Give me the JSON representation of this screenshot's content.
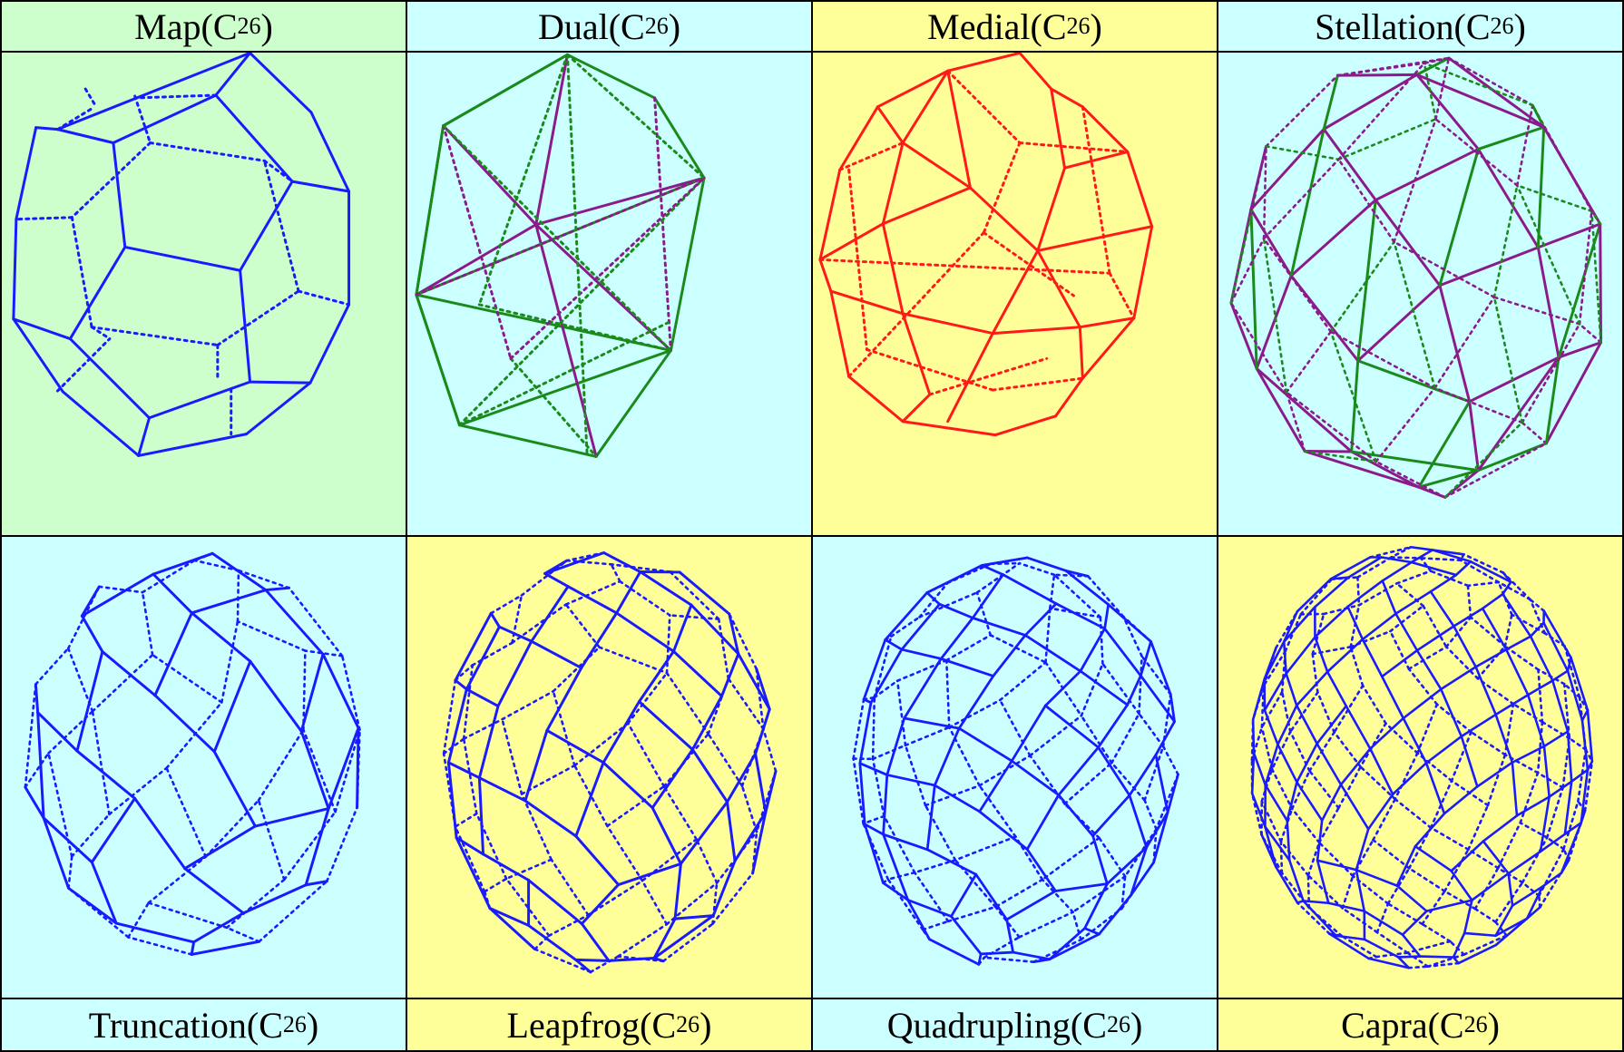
{
  "figure": {
    "operations": [
      {
        "key": "map",
        "name": "Map",
        "subscript": "26",
        "bg": "#ccffcc",
        "color": "#1a1aff",
        "row": 0,
        "label_pos": "top"
      },
      {
        "key": "dual",
        "name": "Dual",
        "subscript": "26",
        "bg": "#ccffff",
        "color": "#1a8a1a",
        "row": 0,
        "label_pos": "top"
      },
      {
        "key": "medial",
        "name": "Medial",
        "subscript": "26",
        "bg": "#ffff99",
        "color": "#ff1a1a",
        "row": 0,
        "label_pos": "top"
      },
      {
        "key": "stellation",
        "name": "Stellation",
        "subscript": "26",
        "bg": "#ccffff",
        "color": "#8b1a8b",
        "row": 0,
        "label_pos": "top"
      },
      {
        "key": "truncation",
        "name": "Truncation",
        "subscript": "26",
        "bg": "#ccffff",
        "color": "#1a1aff",
        "row": 1,
        "label_pos": "bottom"
      },
      {
        "key": "leapfrog",
        "name": "Leapfrog",
        "subscript": "26",
        "bg": "#ffff99",
        "color": "#1a1aff",
        "row": 1,
        "label_pos": "bottom"
      },
      {
        "key": "quadrupling",
        "name": "Quadrupling",
        "subscript": "26",
        "bg": "#ccffff",
        "color": "#1a1aff",
        "row": 1,
        "label_pos": "bottom"
      },
      {
        "key": "capra",
        "name": "Capra",
        "subscript": "26",
        "bg": "#ffff99",
        "color": "#1a1aff",
        "row": 1,
        "label_pos": "bottom"
      }
    ],
    "letter": "C",
    "colors": {
      "secondary_green": "#1a8a1a",
      "secondary_purple": "#8b1a8b",
      "border": "#000000"
    }
  }
}
